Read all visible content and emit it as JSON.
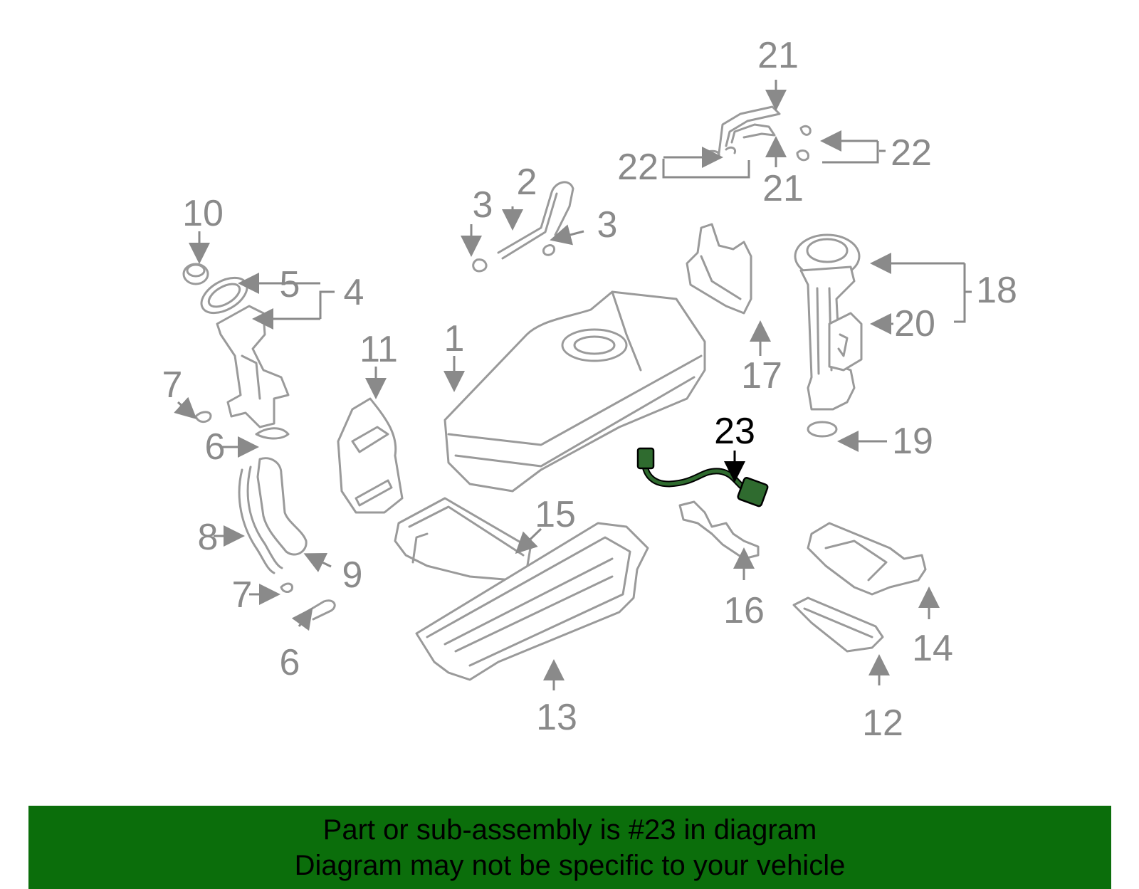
{
  "callouts": {
    "c1": "1",
    "c2": "2",
    "c3a": "3",
    "c3b": "3",
    "c4": "4",
    "c5": "5",
    "c6a": "6",
    "c6b": "6",
    "c7a": "7",
    "c7b": "7",
    "c8": "8",
    "c9": "9",
    "c10": "10",
    "c11": "11",
    "c12": "12",
    "c13": "13",
    "c14": "14",
    "c15": "15",
    "c16": "16",
    "c17": "17",
    "c18": "18",
    "c19": "19",
    "c20": "20",
    "c21a": "21",
    "c21b": "21",
    "c22a": "22",
    "c22b": "22",
    "c23": "23"
  },
  "highlight": {
    "part_number": "23",
    "color": "#2f6b2f"
  },
  "colors": {
    "parts": "#9a9a9a",
    "labels": "#8a8a8a",
    "banner": "#0b6e0b"
  },
  "banner": {
    "line1": "Part or sub-assembly is #23 in diagram",
    "line2": "Diagram may not be specific to your vehicle"
  }
}
